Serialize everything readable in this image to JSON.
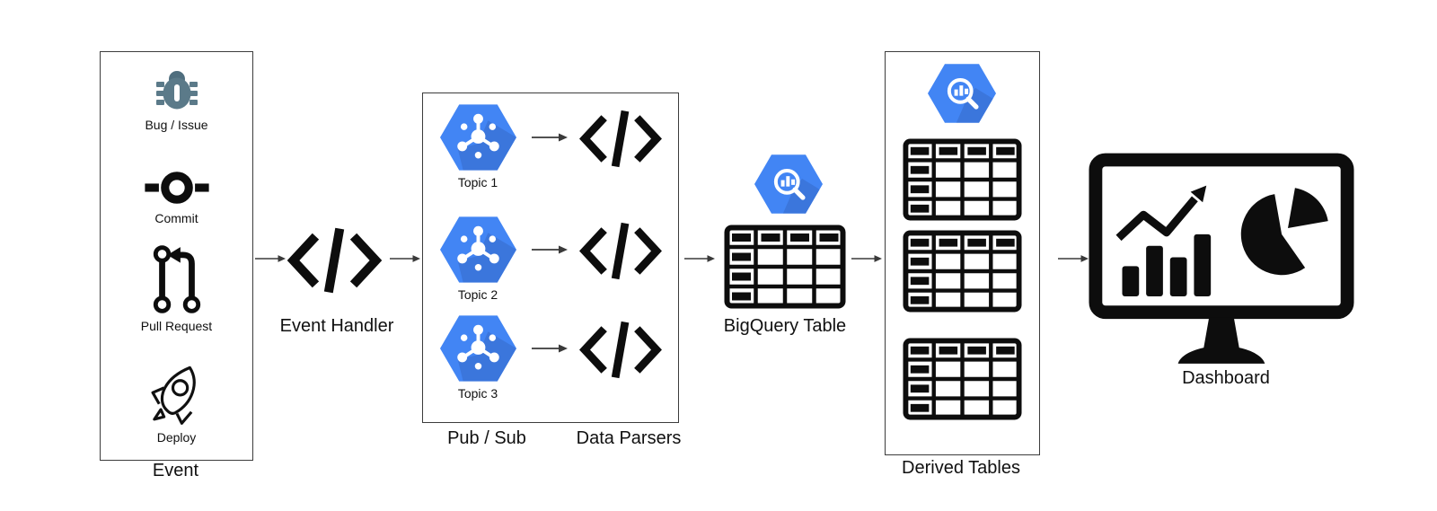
{
  "pipeline": {
    "event_group": {
      "box_label": "Event",
      "items": [
        {
          "name": "bug-issue",
          "label": "Bug / Issue"
        },
        {
          "name": "commit",
          "label": "Commit"
        },
        {
          "name": "pull-request",
          "label": "Pull Request"
        },
        {
          "name": "deploy",
          "label": "Deploy"
        }
      ]
    },
    "event_handler": {
      "label": "Event Handler"
    },
    "pubsub_group": {
      "box_label": "Pub / Sub",
      "parsers_label": "Data Parsers",
      "topics": [
        {
          "label": "Topic 1"
        },
        {
          "label": "Topic 2"
        },
        {
          "label": "Topic 3"
        }
      ]
    },
    "bigquery": {
      "label": "BigQuery Table"
    },
    "derived_tables": {
      "label": "Derived Tables",
      "table_count": 3
    },
    "dashboard": {
      "label": "Dashboard"
    }
  },
  "colors": {
    "gcp_blue": "#4285f4",
    "gcp_blue_shadow": "#3b76dc",
    "bug_slate": "#5b7a89",
    "bug_slate_dark": "#4f6e7e",
    "icon_black": "#0d0d0d",
    "box_border": "#3c3c3c",
    "arrow": "#3a3a3a",
    "background": "#ffffff"
  }
}
